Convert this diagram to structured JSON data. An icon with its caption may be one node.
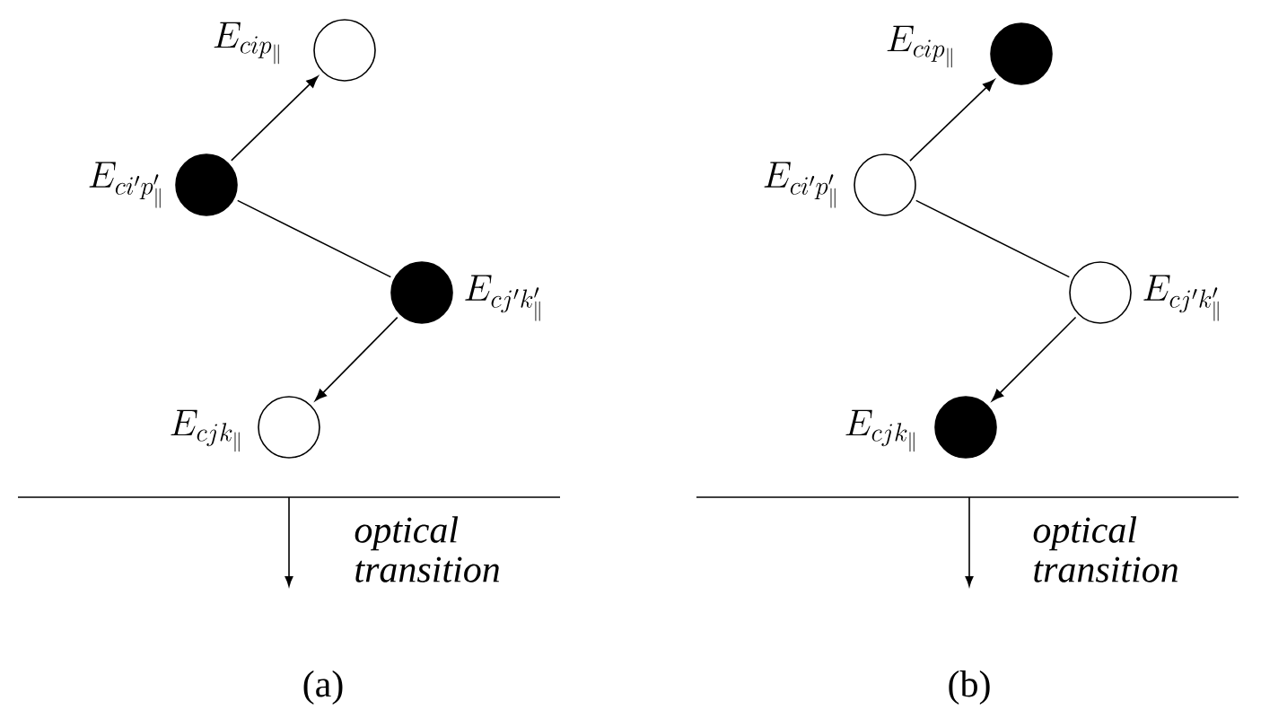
{
  "diagram": {
    "nodes": [
      {
        "text": [],
        "shape": "circle",
        "beside": [
          "E_{cip_\\parallel}"
        ]
      },
      {
        "text": [],
        "shape": "disc",
        "beside": [
          "E_{ci'p'_\\parallel}"
        ]
      },
      {
        "text": [],
        "shape": "disc",
        "beside": [
          "E_{cj'k'_\\parallel}"
        ]
      },
      {
        "text": [],
        "shape": "circle",
        "beside": [
          "E_{cjk_\\parallel}"
        ]
      },
      {
        "text": [],
        "shape": "disc",
        "beside": [
          "E_{cip_\\parallel}"
        ]
      },
      {
        "text": [],
        "shape": "circle",
        "beside": [
          "E_{ci'p'_\\parallel}"
        ]
      },
      {
        "text": [],
        "shape": "circle",
        "beside": [
          "E_{cj'k'_\\parallel}"
        ]
      },
      {
        "text": [],
        "shape": "disc",
        "beside": [
          "E_{cjk_\\parallel}"
        ]
      }
    ],
    "edges": [
      {
        "from": 1,
        "to": 0,
        "arrow": "to"
      },
      {
        "from": 1,
        "to": 2,
        "arrow": "none"
      },
      {
        "from": 2,
        "to": 3,
        "arrow": "to"
      },
      {
        "from": 5,
        "to": 4,
        "arrow": "to"
      },
      {
        "from": 5,
        "to": 6,
        "arrow": "none"
      },
      {
        "from": 6,
        "to": 7,
        "arrow": "to"
      }
    ],
    "labels": [
      "optical transition",
      "optical transition",
      "(a)",
      "(b)"
    ]
  }
}
